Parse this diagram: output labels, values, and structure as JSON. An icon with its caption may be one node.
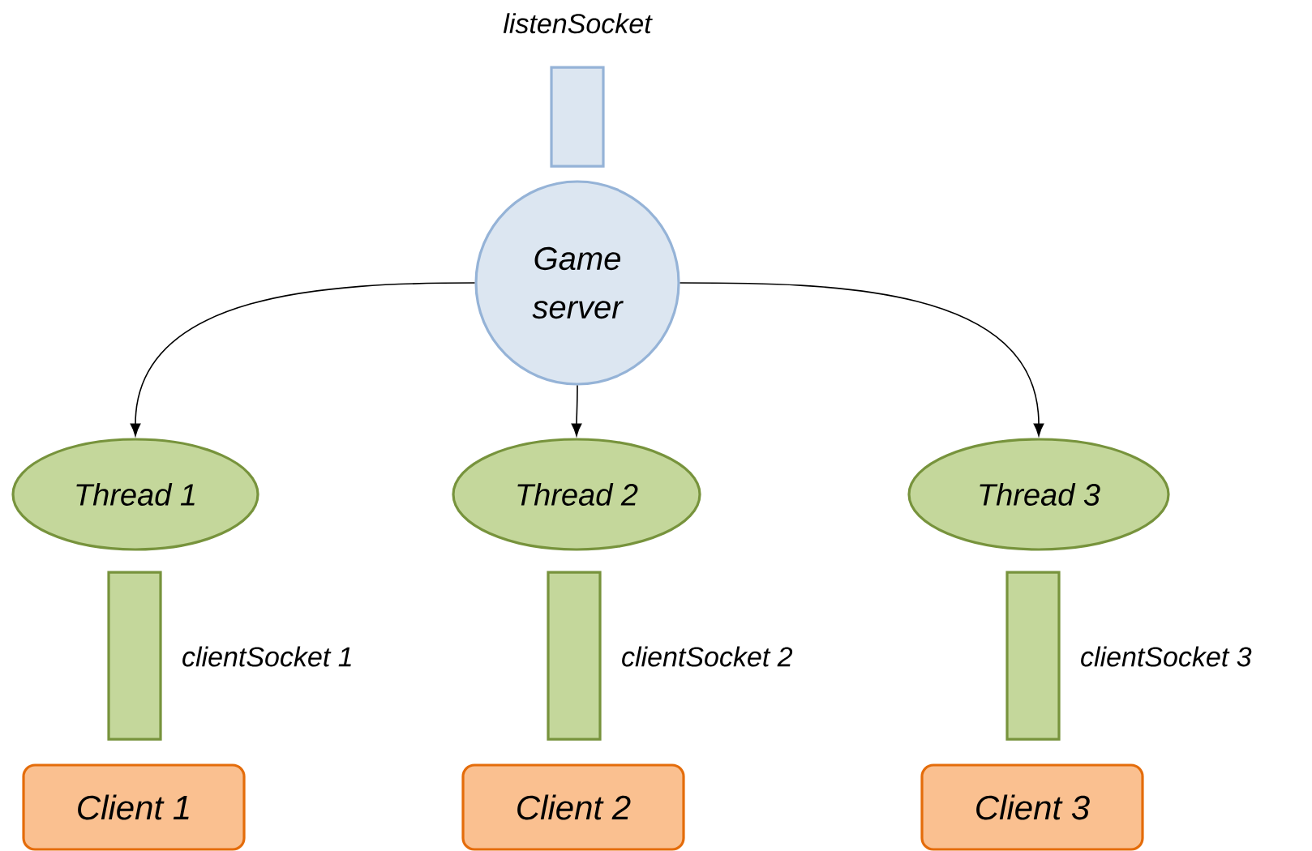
{
  "diagram": {
    "nodes": [
      {
        "text": [],
        "shape": "cylinder",
        "beside": [
          "listenSocket"
        ]
      },
      {
        "text": [
          "Game server"
        ]
      },
      {
        "text": [
          "Thread 1"
        ]
      },
      {
        "text": [
          "Thread 2"
        ]
      },
      {
        "text": [
          "Thread 3"
        ]
      },
      {
        "text": [],
        "shape": "cylinder",
        "beside": [
          "clientSocket 1"
        ]
      },
      {
        "text": [],
        "shape": "cylinder",
        "beside": [
          "clientSocket 2"
        ]
      },
      {
        "text": [],
        "shape": "cylinder",
        "beside": [
          "clientSocket 3"
        ]
      },
      {
        "text": [
          "Client 1"
        ]
      },
      {
        "text": [
          "Client 2"
        ]
      },
      {
        "text": [
          "Client 3"
        ]
      }
    ],
    "edges": [
      {
        "from": 1,
        "to": 2,
        "arrow": "to"
      },
      {
        "from": 1,
        "to": 3,
        "arrow": "to"
      },
      {
        "from": 1,
        "to": 4,
        "arrow": "to"
      }
    ]
  }
}
